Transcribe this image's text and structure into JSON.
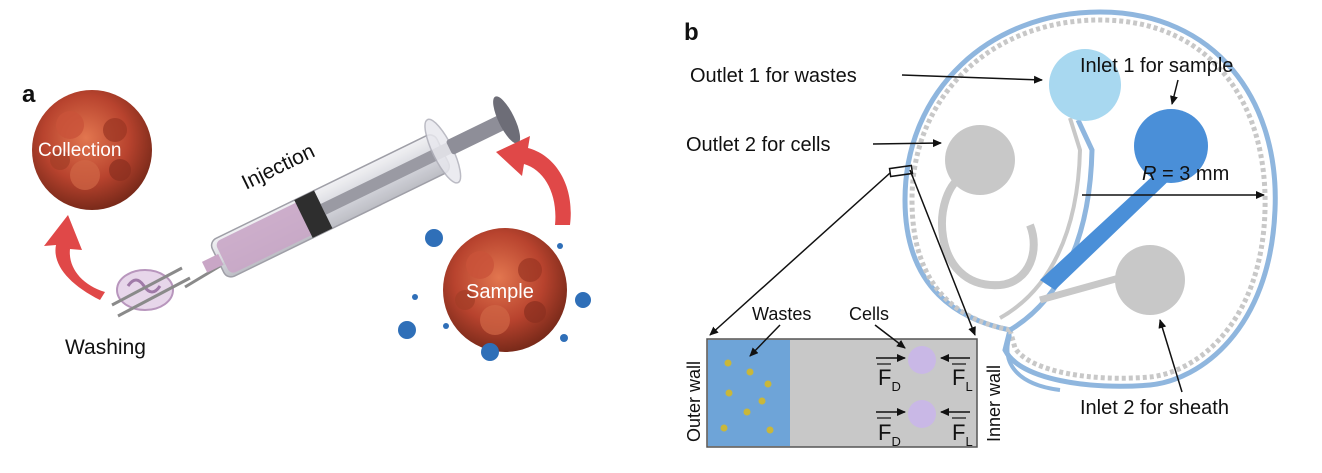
{
  "panel_a": {
    "letter": "a",
    "collection": "Collection",
    "injection": "Injection",
    "washing": "Washing",
    "sample": "Sample"
  },
  "panel_b": {
    "letter": "b",
    "outlet1": "Outlet 1 for wastes",
    "outlet2": "Outlet 2 for cells",
    "inlet1": "Inlet 1 for sample",
    "inlet2": "Inlet 2 for sheath",
    "radius_var": "R",
    "radius_value": " = 3 mm",
    "inset": {
      "wastes": "Wastes",
      "cells": "Cells",
      "outer_wall": "Outer wall",
      "inner_wall": "Inner wall",
      "fd_main": "F",
      "fd_sub": "D",
      "fl_main": "F",
      "fl_sub": "L"
    }
  },
  "colors": {
    "arrow_red": "#e04848",
    "cell_red": "#b8432e",
    "syringe_purple": "#c9a6c6",
    "chip_blue": "#8fb6de",
    "inlet_blue": "#4a8fd8",
    "outlet_lightblue": "#a8d8f0",
    "gray": "#c8c8c8",
    "waste_blue": "#6ea4d8",
    "cell_lavender": "#c9b8e6"
  }
}
